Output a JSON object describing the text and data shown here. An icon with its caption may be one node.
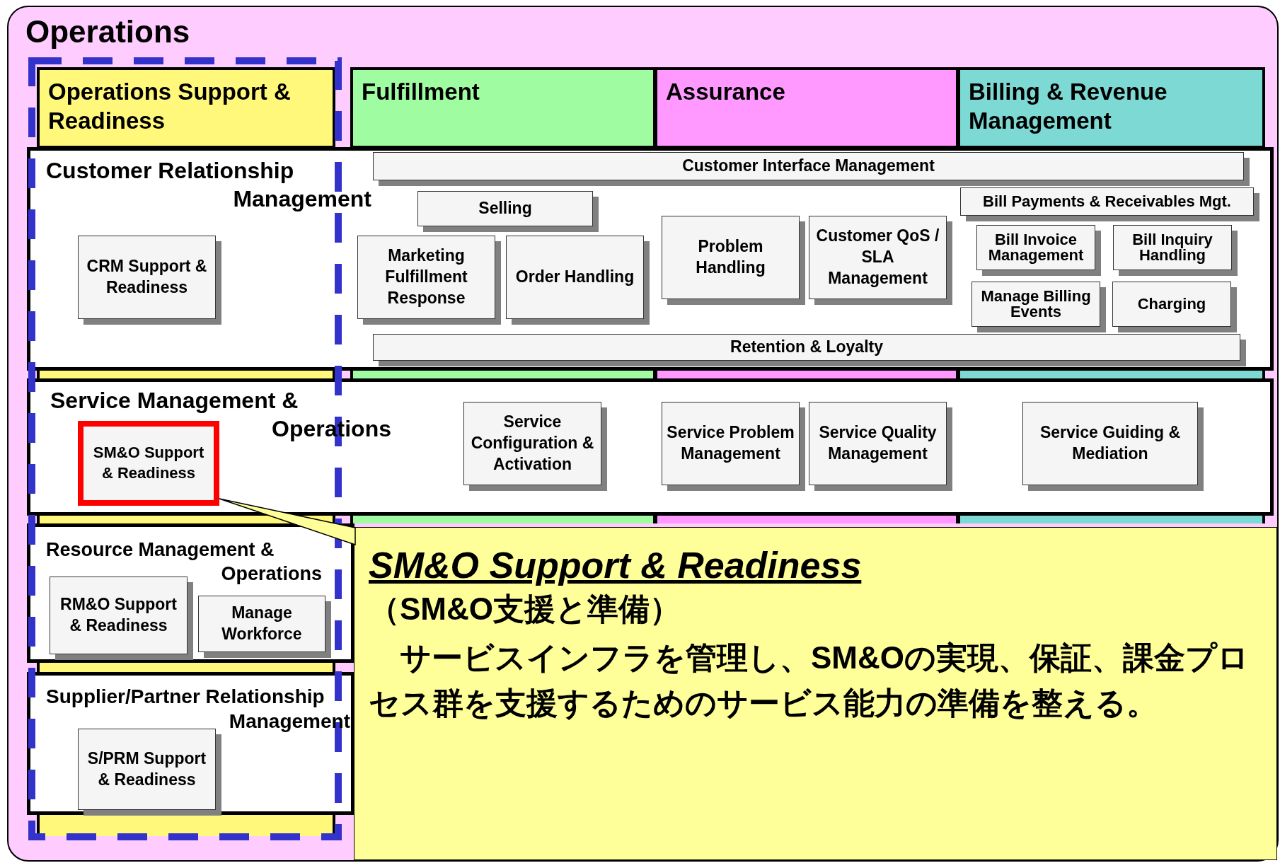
{
  "diagram": {
    "nodes": [
      {
        "text": [
          "Operations"
        ]
      },
      {
        "text": [
          "Operations Support & Readiness"
        ],
        "in": 0
      },
      {
        "text": [
          "Fulfillment"
        ],
        "in": 0
      },
      {
        "text": [
          "Assurance"
        ],
        "in": 0
      },
      {
        "text": [
          "Billing & Revenue Management"
        ],
        "in": 0
      },
      {
        "text": [
          "Customer Relationship Management"
        ],
        "in": 0
      },
      {
        "text": [
          "Customer Interface Management"
        ],
        "in": 5
      },
      {
        "text": [
          "Selling"
        ],
        "in": 5
      },
      {
        "text": [
          "CRM Support & Readiness"
        ],
        "in": 5
      },
      {
        "text": [
          "Marketing Fulfillment Response"
        ],
        "in": 5
      },
      {
        "text": [
          "Order Handling"
        ],
        "in": 5
      },
      {
        "text": [
          "Problem Handling"
        ],
        "in": 5
      },
      {
        "text": [
          "Customer QoS / SLA Management"
        ],
        "in": 5
      },
      {
        "text": [
          "Bill Payments & Receivables Mgt."
        ],
        "in": 5
      },
      {
        "text": [
          "Bill Invoice Management"
        ],
        "in": 5
      },
      {
        "text": [
          "Bill Inquiry Handling"
        ],
        "in": 5
      },
      {
        "text": [
          "Manage Billing Events"
        ],
        "in": 5
      },
      {
        "text": [
          "Charging"
        ],
        "in": 5
      },
      {
        "text": [
          "Retention & Loyalty"
        ],
        "in": 5
      },
      {
        "text": [
          "Service Management & Operations"
        ],
        "in": 0
      },
      {
        "text": [
          "SM&O Support & Readiness"
        ],
        "in": 19
      },
      {
        "text": [
          "Service Configuration & Activation"
        ],
        "in": 19
      },
      {
        "text": [
          "Service Problem Management"
        ],
        "in": 19
      },
      {
        "text": [
          "Service Quality Management"
        ],
        "in": 19
      },
      {
        "text": [
          "Service Guiding & Mediation"
        ],
        "in": 19
      },
      {
        "text": [
          "Resource Management & Operations"
        ],
        "in": 0
      },
      {
        "text": [
          "RM&O Support & Readiness"
        ],
        "in": 25
      },
      {
        "text": [
          "Manage Workforce"
        ],
        "in": 25
      },
      {
        "text": [
          "Supplier/Partner Relationship Management"
        ],
        "in": 0
      },
      {
        "text": [
          "S/PRM Support & Readiness"
        ],
        "in": 28
      },
      {
        "text": [
          "SM&O Support & Readiness",
          "（SM&O支援と準備）",
          "サービスインフラを管理し、SM&Oの実現、保証、課金プロセス群を支援するためのサービス能力の準備を整える。"
        ],
        "in": 0
      }
    ],
    "edges": [
      {
        "from": 30,
        "to": 20,
        "arrow": "none"
      }
    ]
  }
}
